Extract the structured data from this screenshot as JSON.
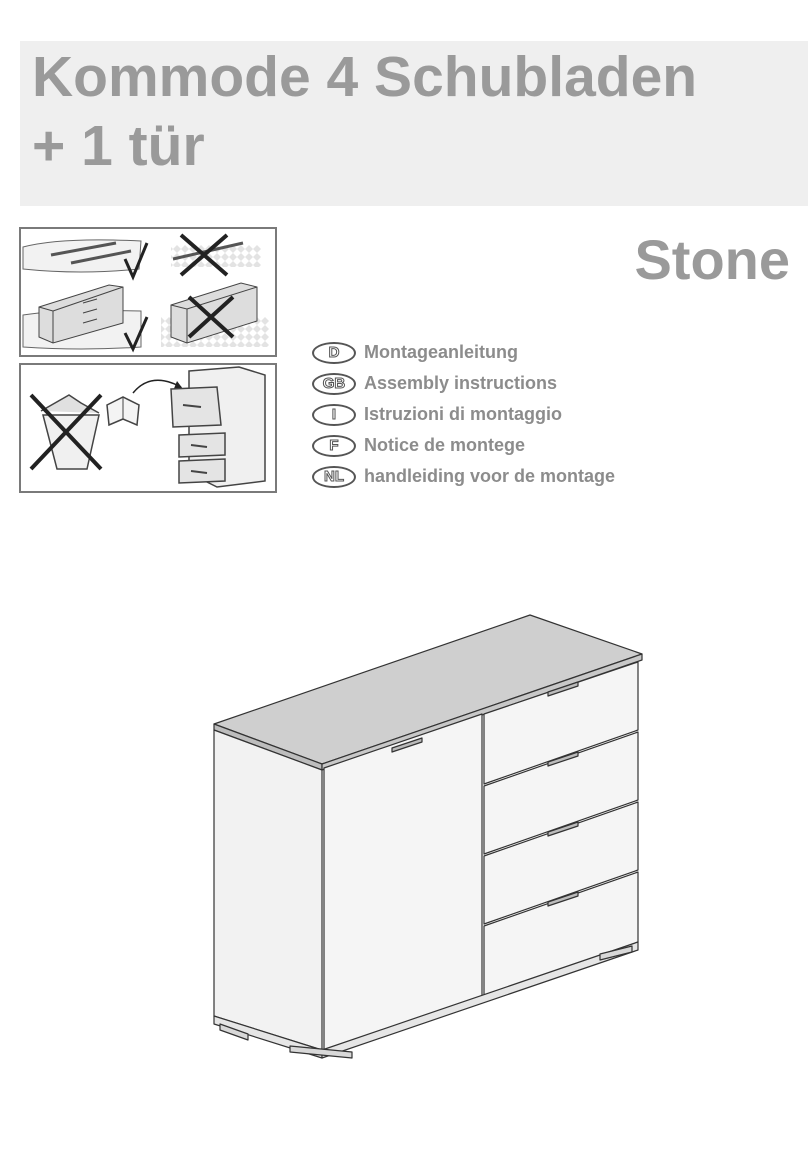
{
  "header": {
    "title_line1": "Kommode 4 Schubladen",
    "title_line2": "+ 1 tür",
    "product_name": "Stone"
  },
  "languages": [
    {
      "code": "D",
      "label": "Montageanleitung"
    },
    {
      "code": "GB",
      "label": "Assembly instructions"
    },
    {
      "code": "I",
      "label": "Istruzioni di montaggio"
    },
    {
      "code": "F",
      "label": "Notice de montege"
    },
    {
      "code": "NL",
      "label": "handleiding voor de montage"
    }
  ],
  "icons": {
    "care": [
      "checkmark-icon",
      "cross-icon"
    ],
    "packaging": [
      "bin-icon",
      "book-icon",
      "drawer-icon"
    ]
  },
  "colors": {
    "title_text": "#9a9a9a",
    "title_band": "#efefef",
    "line": "#333333",
    "panel_fill": "#e6e6e6"
  }
}
